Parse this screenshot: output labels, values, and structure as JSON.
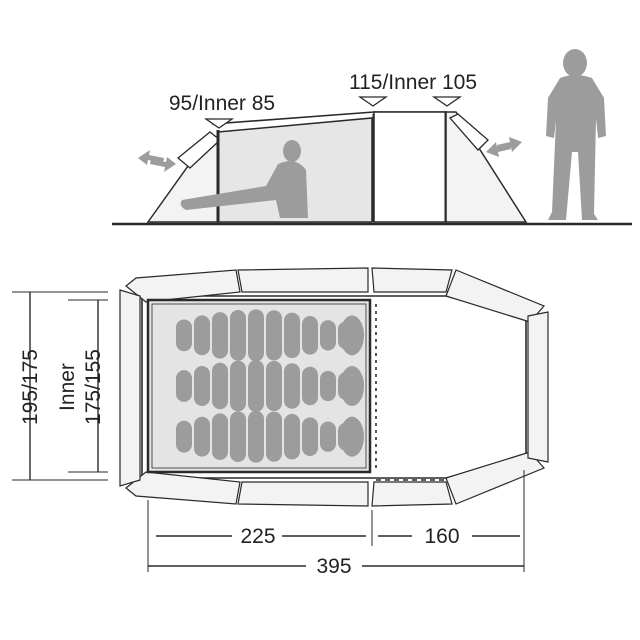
{
  "side_view": {
    "porch_height_label": "95/Inner 85",
    "main_height_label": "115/Inner 105"
  },
  "floor_plan": {
    "outer_width_label": "195/175",
    "inner_width_label_line1": "Inner",
    "inner_width_label_line2": "175/155",
    "inner_length_label": "225",
    "porch_length_label": "160",
    "total_length_label": "395",
    "sleeping_bag_count": 3
  },
  "colors": {
    "line": "#2a2a2a",
    "fill_grey": "#9c9c9c",
    "inner_fill": "#e4e4e4",
    "panel_fill": "#f3f3f3"
  }
}
